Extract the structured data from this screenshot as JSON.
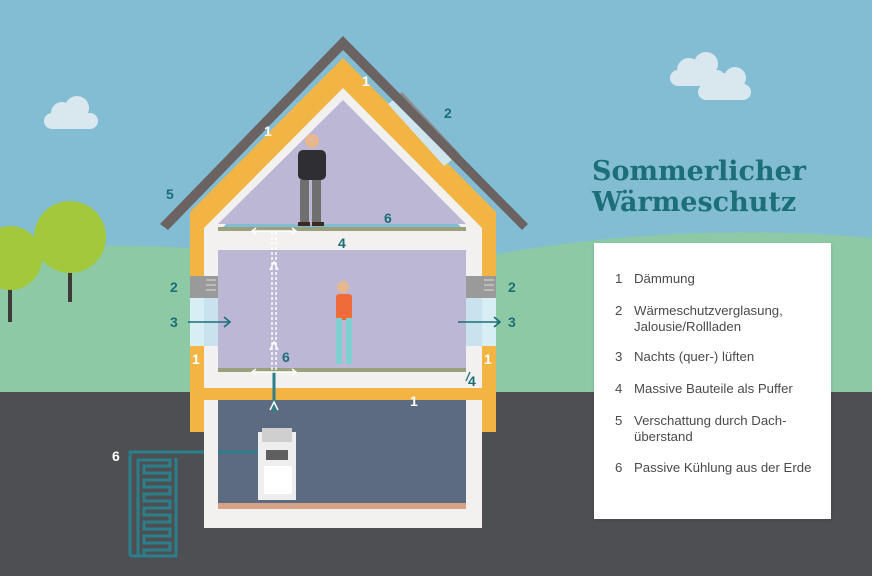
{
  "title": {
    "line1": "Sommerlicher",
    "line2": "Wärmeschutz"
  },
  "legend": [
    {
      "num": "1",
      "text": "Dämmung"
    },
    {
      "num": "2",
      "text": "Wärmeschutzverglasung, Jalousie/Rollladen"
    },
    {
      "num": "3",
      "text": "Nachts (quer-) lüften"
    },
    {
      "num": "4",
      "text": "Massive Bauteile als Puffer"
    },
    {
      "num": "5",
      "text": "Verschattung durch Dach-überstand"
    },
    {
      "num": "6",
      "text": "Passive Kühlung aus der Erde"
    }
  ],
  "markers": {
    "one": "1",
    "two": "2",
    "three": "3",
    "four": "4",
    "five": "5",
    "six": "6"
  },
  "colors": {
    "sky": "#82bdd3",
    "hill": "#8cc9a4",
    "ground": "#4d4f52",
    "insulation": "#f2b544",
    "wall": "#f3f1f0",
    "room": "#bcb7d5",
    "basement": "#5d6b82",
    "roof": "#6b6262",
    "accent": "#1c6e78"
  }
}
